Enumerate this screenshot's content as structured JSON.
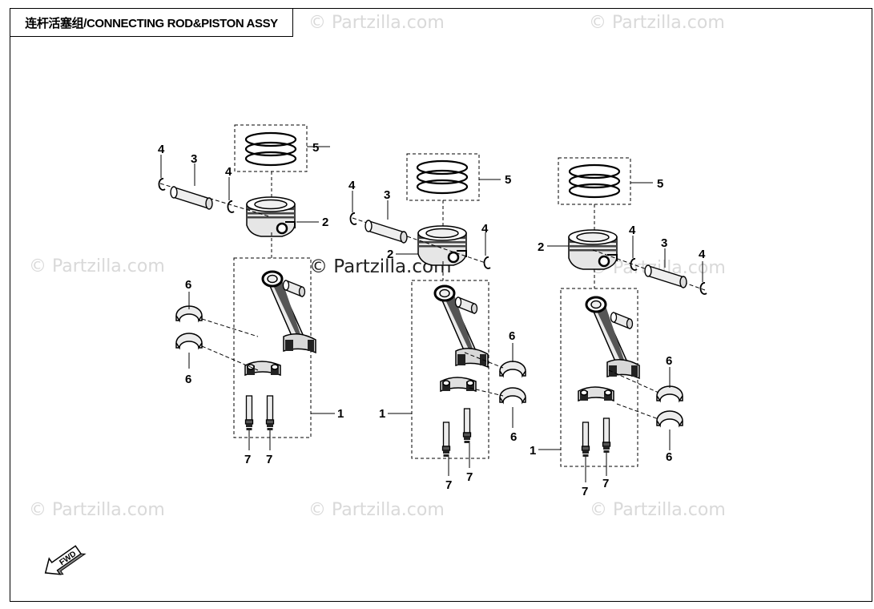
{
  "diagram": {
    "title": "连杆活塞组/CONNECTING ROD&PISTON ASSY",
    "watermark": "© Partzilla.com",
    "fwd_label": "FWD",
    "callouts": {
      "c1": "1",
      "c2": "2",
      "c3": "3",
      "c4": "4",
      "c5": "5",
      "c6": "6",
      "c7": "7"
    }
  }
}
